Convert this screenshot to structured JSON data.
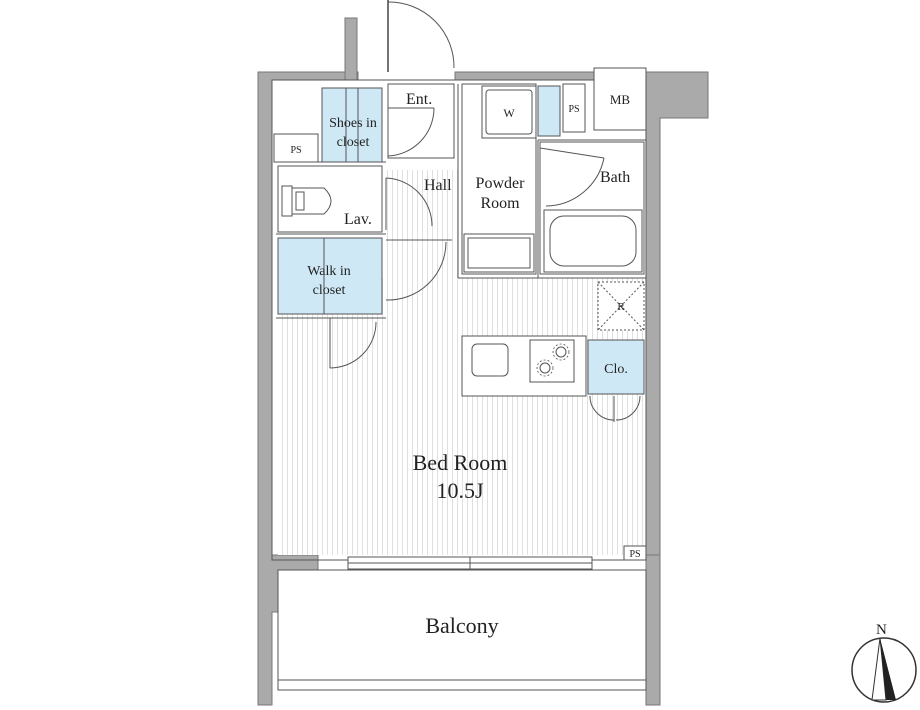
{
  "rooms": {
    "entrance": "Ent.",
    "shoes_closet": [
      "Shoes in",
      "closet"
    ],
    "ps_left": "PS",
    "ps_top": "PS",
    "ps_bottom": "PS",
    "mb": "MB",
    "washer": "W",
    "hall": "Hall",
    "powder_room": [
      "Powder",
      "Room"
    ],
    "bath": "Bath",
    "lavatory": "Lav.",
    "walk_in_closet": [
      "Walk in",
      "closet"
    ],
    "refrigerator": "R",
    "clo": "Clo.",
    "bed_room": "Bed Room",
    "bed_room_size": "10.5J",
    "balcony": "Balcony"
  },
  "compass": {
    "label": "N"
  },
  "colors": {
    "wall": "#aaaaaa",
    "storage_fill": "#cfe8f5",
    "floor_stripe": "#e2e2e2",
    "line": "#555555"
  }
}
